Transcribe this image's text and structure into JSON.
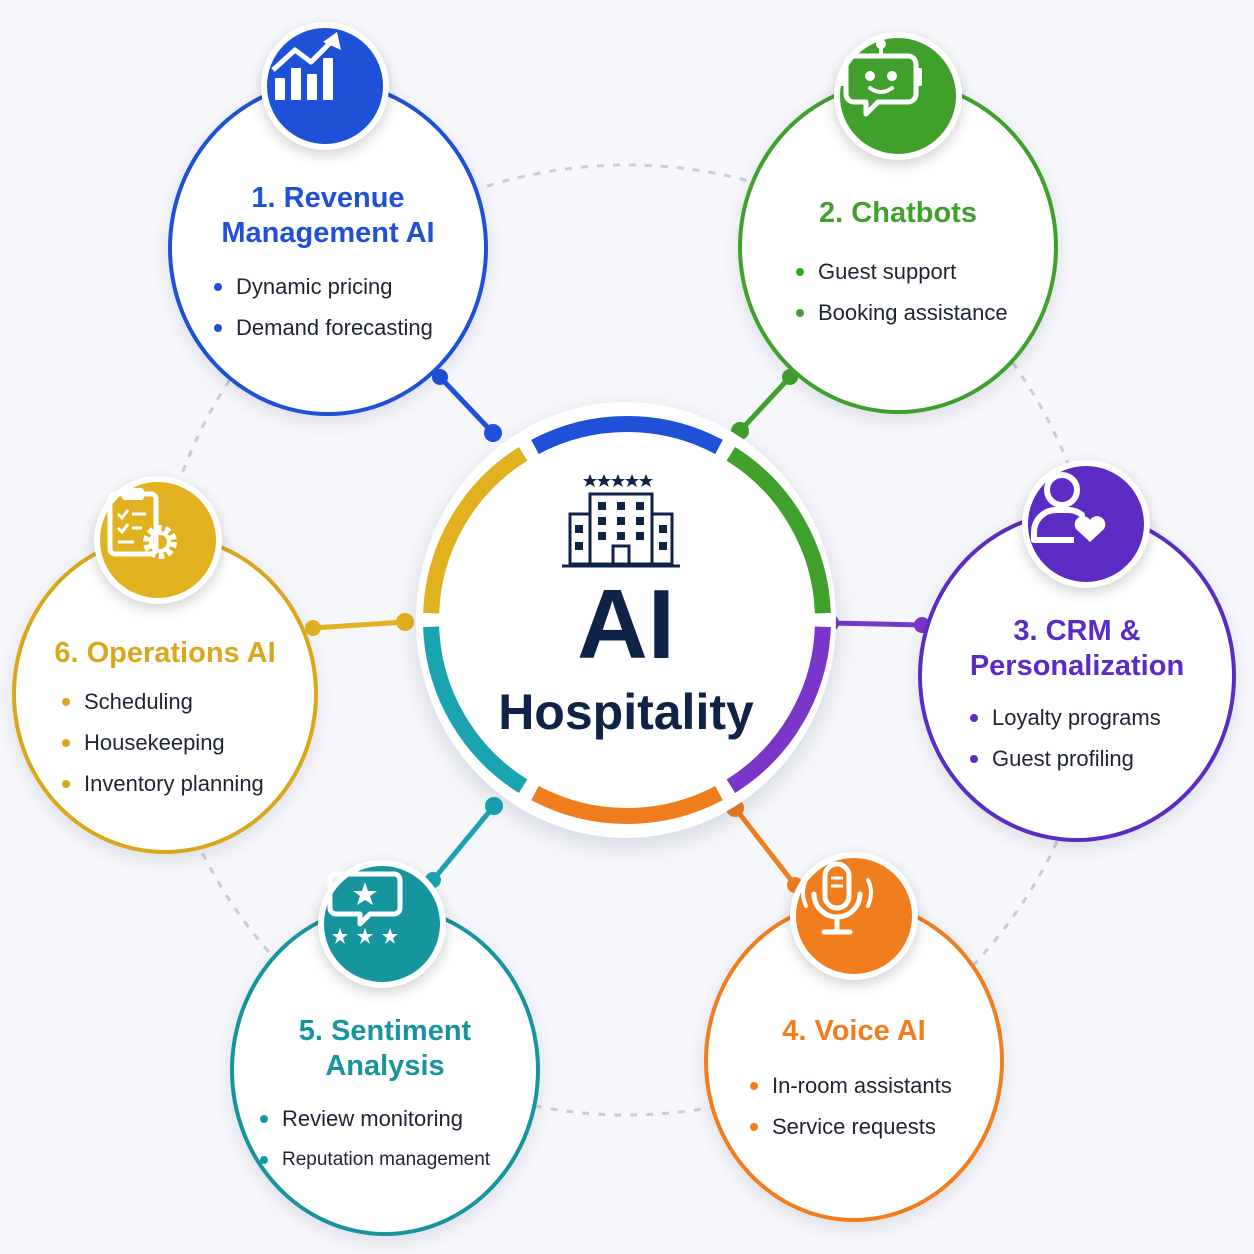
{
  "center": {
    "title": "AI",
    "subtitle": "Hospitality",
    "icon": "hotel-building-icon",
    "color": "#0f2347"
  },
  "orbit_color": "#c9ccd3",
  "segments": [
    {
      "name": "revenue",
      "color": "#1f50d8"
    },
    {
      "name": "chatbots",
      "color": "#3fa12b"
    },
    {
      "name": "crm",
      "color": "#7a35c9"
    },
    {
      "name": "voice",
      "color": "#f07d1e"
    },
    {
      "name": "sentiment",
      "color": "#1aa3b1"
    },
    {
      "name": "operations",
      "color": "#e2b11f"
    }
  ],
  "nodes": [
    {
      "id": "revenue",
      "title": "1. Revenue\nManagement AI",
      "color": "#1f50d8",
      "icon": "growth-chart-icon",
      "items": [
        "Dynamic pricing",
        "Demand forecasting"
      ]
    },
    {
      "id": "chatbots",
      "title": "2. Chatbots",
      "color": "#3fa12b",
      "icon": "robot-chat-icon",
      "items": [
        "Guest support",
        "Booking assistance"
      ]
    },
    {
      "id": "crm",
      "title": "3. CRM &\nPersonalization",
      "color": "#5b2bc4",
      "icon": "user-heart-icon",
      "items": [
        "Loyalty programs",
        "Guest profiling"
      ]
    },
    {
      "id": "voice",
      "title": "4. Voice AI",
      "color": "#f07d1e",
      "icon": "microphone-icon",
      "items": [
        "In-room assistants",
        "Service requests"
      ]
    },
    {
      "id": "sentiment",
      "title": "5. Sentiment\nAnalysis",
      "color": "#17959f",
      "icon": "review-stars-icon",
      "items": [
        "Review monitoring",
        "Reputation management"
      ]
    },
    {
      "id": "operations",
      "title": "6. Operations AI",
      "color": "#d9a81a",
      "icon": "clipboard-gear-icon",
      "items": [
        "Scheduling",
        "Housekeeping",
        "Inventory planning"
      ]
    }
  ]
}
